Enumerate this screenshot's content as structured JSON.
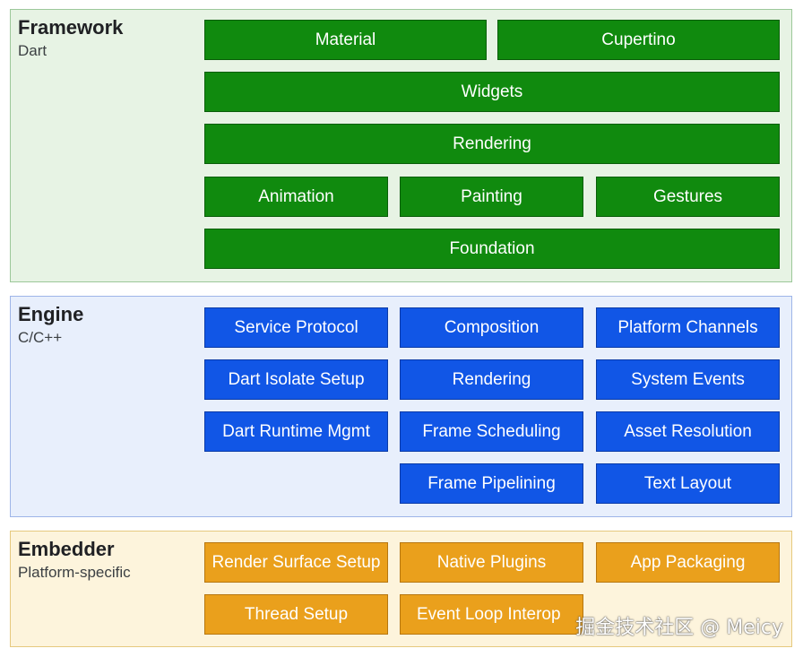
{
  "framework": {
    "title": "Framework",
    "subtitle": "Dart",
    "colors": {
      "box": "#108a0e",
      "background": "#e7f3e4",
      "border": "#9cc89a"
    },
    "rows": [
      [
        "Material",
        "Cupertino"
      ],
      [
        "Widgets"
      ],
      [
        "Rendering"
      ],
      [
        "Animation",
        "Painting",
        "Gestures"
      ],
      [
        "Foundation"
      ]
    ]
  },
  "engine": {
    "title": "Engine",
    "subtitle": "C/C++",
    "colors": {
      "box": "#1156e6",
      "background": "#e8effc",
      "border": "#9eb5e8"
    },
    "rows": [
      [
        "Service Protocol",
        "Composition",
        "Platform Channels"
      ],
      [
        "Dart Isolate Setup",
        "Rendering",
        "System Events"
      ],
      [
        "Dart Runtime Mgmt",
        "Frame Scheduling",
        "Asset Resolution"
      ],
      [
        "",
        "Frame Pipelining",
        "Text Layout"
      ]
    ]
  },
  "embedder": {
    "title": "Embedder",
    "subtitle": "Platform-specific",
    "colors": {
      "box": "#eaa01c",
      "background": "#fdf4dc",
      "border": "#e6c97e"
    },
    "rows": [
      [
        "Render Surface Setup",
        "Native Plugins",
        "App Packaging"
      ],
      [
        "Thread Setup",
        "Event Loop Interop"
      ]
    ]
  },
  "watermark": "掘金技术社区 @ Meicy"
}
